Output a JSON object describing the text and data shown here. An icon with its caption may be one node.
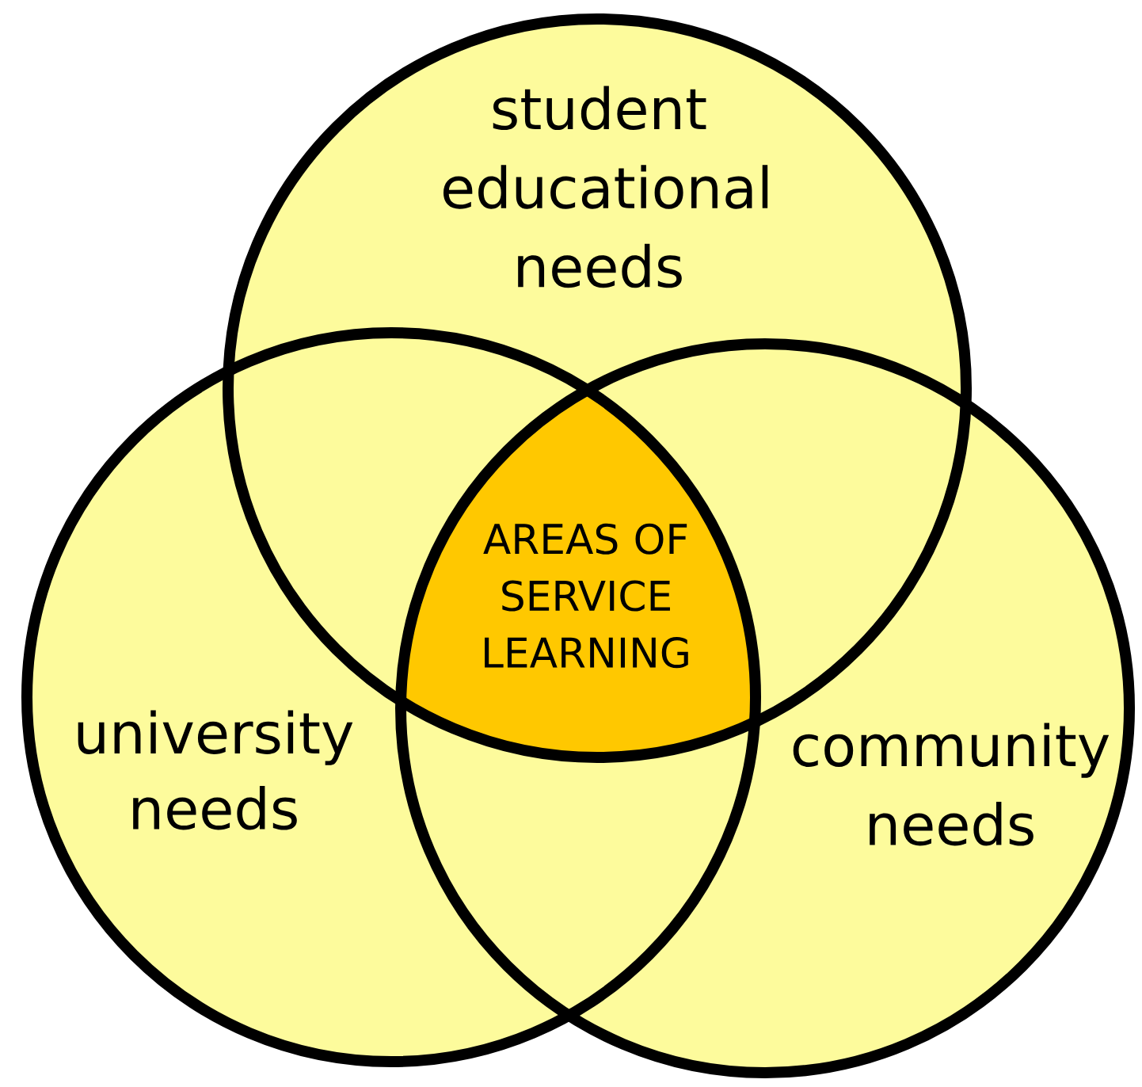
{
  "diagram": {
    "nodes": [
      {
        "text": [
          "student educational needs"
        ]
      },
      {
        "text": [
          "university needs"
        ]
      },
      {
        "text": [
          "community needs"
        ]
      },
      {
        "text": [
          "AREAS OF SERVICE LEARNING"
        ]
      }
    ],
    "edges": []
  }
}
